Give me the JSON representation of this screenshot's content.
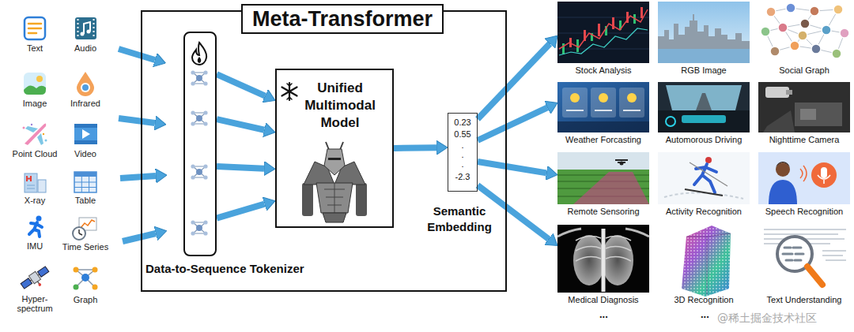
{
  "diagram": {
    "nodes": [
      {
        "text": [
          "Text"
        ]
      },
      {
        "text": [
          "Audio"
        ]
      },
      {
        "text": [
          "Image"
        ]
      },
      {
        "text": [
          "Infrared"
        ]
      },
      {
        "text": [
          "Point Cloud"
        ]
      },
      {
        "text": [
          "Video"
        ]
      },
      {
        "text": [
          "X-ray"
        ]
      },
      {
        "text": [
          "Table"
        ]
      },
      {
        "text": [
          "IMU"
        ]
      },
      {
        "text": [
          "Time Series"
        ]
      },
      {
        "text": [
          "Hyper- spectrum"
        ]
      },
      {
        "text": [
          "Graph"
        ]
      },
      {
        "text": [
          "Meta-Transformer"
        ]
      },
      {
        "text": [
          "Data-to-Sequence Tokenizer"
        ],
        "in": 12
      },
      {
        "text": [
          "Unified Multimodal Model"
        ],
        "in": 12
      },
      {
        "text": [
          "0.23",
          "0.55",
          ".",
          ".",
          ".",
          "-2.3",
          "Semantic Embedding"
        ],
        "in": 12
      },
      {
        "text": [
          "Stock Analysis"
        ]
      },
      {
        "text": [
          "RGB Image"
        ]
      },
      {
        "text": [
          "Social Graph"
        ]
      },
      {
        "text": [
          "Weather Forcasting"
        ]
      },
      {
        "text": [
          "Automorous Driving"
        ]
      },
      {
        "text": [
          "Nighttime Camera"
        ]
      },
      {
        "text": [
          "Remote Sensoring"
        ]
      },
      {
        "text": [
          "Activity Recognition"
        ]
      },
      {
        "text": [
          "Speech Recognition"
        ]
      },
      {
        "text": [
          "Medical Diagnosis"
        ]
      },
      {
        "text": [
          "3D Recognition"
        ]
      },
      {
        "text": [
          "Text Understanding"
        ]
      }
    ],
    "edges": [
      {
        "from": 13,
        "to": 14,
        "arrow": "to"
      },
      {
        "from": 13,
        "to": 14,
        "arrow": "to"
      },
      {
        "from": 13,
        "to": 14,
        "arrow": "to"
      },
      {
        "from": 13,
        "to": 14,
        "arrow": "to"
      },
      {
        "from": 14,
        "to": 15,
        "arrow": "to"
      },
      {
        "from": 15,
        "to": 16,
        "arrow": "to"
      },
      {
        "from": 15,
        "to": 19,
        "arrow": "to"
      },
      {
        "from": 15,
        "to": 22,
        "arrow": "to"
      },
      {
        "from": 15,
        "to": 25,
        "arrow": "to"
      }
    ],
    "labels": [
      "...",
      "...",
      "@稀土掘金技术社区"
    ]
  }
}
